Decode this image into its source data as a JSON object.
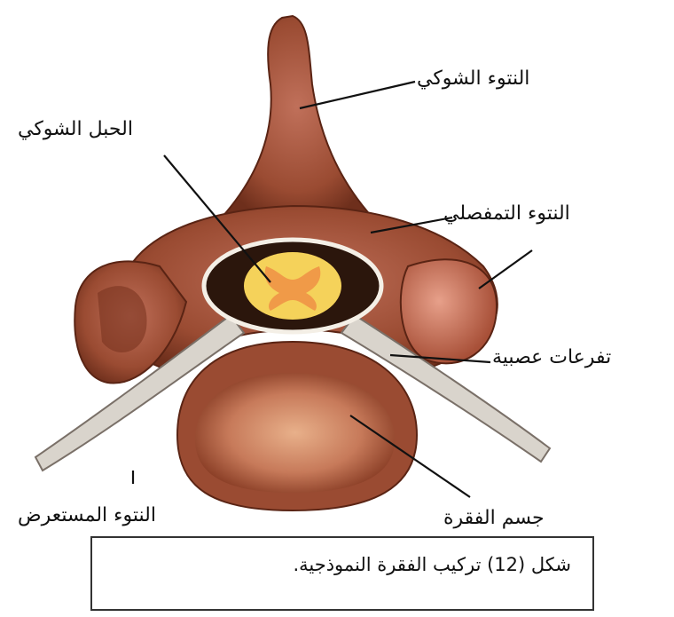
{
  "labels": {
    "spinous_process": "النتوء الشوكي",
    "spinal_cord": "الحبل الشوكي",
    "articular_process": "النتوء التمفصلي",
    "nerve_branches": "تفرعات عصبية",
    "transverse_process": "النتوء المستعرض",
    "vertebral_body": "جسم الفقرة"
  },
  "caption": "شكل (12) تركيب الفقرة النموذجية.",
  "colors": {
    "bone": "#a85a3c",
    "bone_dark": "#6e2f1c",
    "cord": "#f5d25a",
    "grey_matter": "#f09a48",
    "nerve": "#d9d4cc",
    "body_inner": "#c9785a"
  }
}
